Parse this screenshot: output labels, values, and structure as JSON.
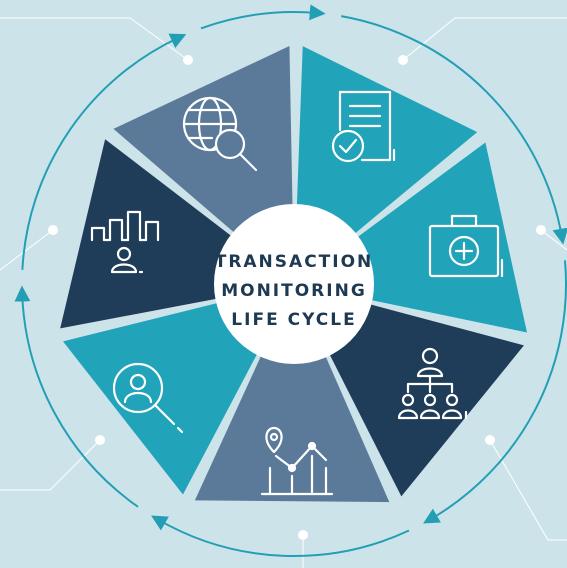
{
  "diagram": {
    "title_lines": [
      "TRANSACTION",
      "MONITORING",
      "LIFE CYCLE"
    ],
    "colors": {
      "background": "#cde3ea",
      "ring": "#239fb5",
      "leader": "#ffffff",
      "slate": "#5b7a9a",
      "teal": "#21a3b9",
      "navy": "#1f3c58",
      "center": "#ffffff",
      "center_text": "#1e3a52"
    },
    "segments": [
      {
        "icon": "checklist-document-icon",
        "color": "teal"
      },
      {
        "icon": "briefcase-plus-icon",
        "color": "teal"
      },
      {
        "icon": "org-hierarchy-icon",
        "color": "navy"
      },
      {
        "icon": "location-chart-icon",
        "color": "slate"
      },
      {
        "icon": "user-search-icon",
        "color": "teal"
      },
      {
        "icon": "bar-chart-user-icon",
        "color": "navy"
      },
      {
        "icon": "globe-search-icon",
        "color": "slate"
      }
    ]
  }
}
